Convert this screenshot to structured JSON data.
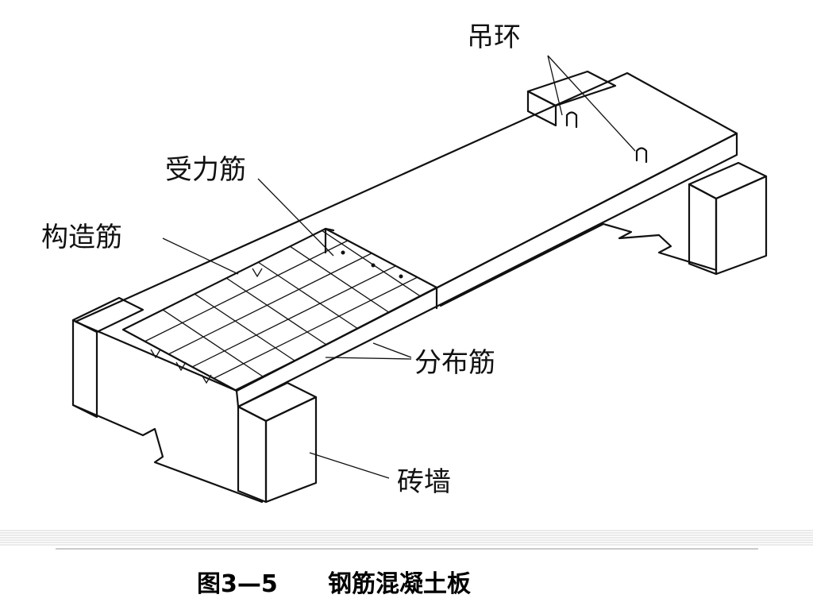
{
  "labels": {
    "lifting_ring": "吊环",
    "main_rebar": "受力筋",
    "construction_rebar": "构造筋",
    "distribution_rebar": "分布筋",
    "brick_wall": "砖墙"
  },
  "caption": {
    "figure_number": "图3—5",
    "title": "钢筋混凝土板"
  },
  "colors": {
    "line": "#111111",
    "hatch": "#333333",
    "rules": "#d6d6d6"
  }
}
